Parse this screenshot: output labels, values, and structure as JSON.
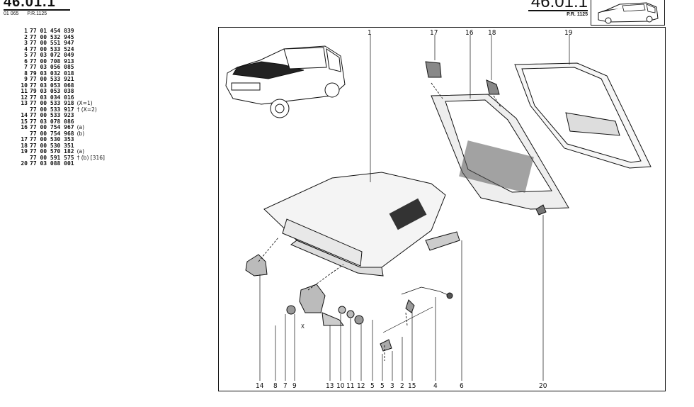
{
  "header_left": {
    "code_big": "46.01.1",
    "ref1": "01 065",
    "ref2": "P.R.1125"
  },
  "header_right": {
    "code_big": "46.01.1",
    "pr": "P.R. 1125"
  },
  "parts": [
    {
      "ref": "1",
      "number": "77 01 454 839",
      "note": ""
    },
    {
      "ref": "2",
      "number": "77 00 532 945",
      "note": ""
    },
    {
      "ref": "3",
      "number": "77 00 551 947",
      "note": ""
    },
    {
      "ref": "4",
      "number": "77 00 533 524",
      "note": ""
    },
    {
      "ref": "5",
      "number": "77 03 072 049",
      "note": ""
    },
    {
      "ref": "6",
      "number": "77 00 708 913",
      "note": ""
    },
    {
      "ref": "7",
      "number": "77 03 056 085",
      "note": ""
    },
    {
      "ref": "8",
      "number": "79 03 032 018",
      "note": ""
    },
    {
      "ref": "9",
      "number": "77 00 533 921",
      "note": ""
    },
    {
      "ref": "10",
      "number": "77 03 053 068",
      "note": ""
    },
    {
      "ref": "11",
      "number": "79 03 053 038",
      "note": ""
    },
    {
      "ref": "12",
      "number": "77 03 034 016",
      "note": ""
    },
    {
      "ref": "13",
      "number": "77 00 533 918",
      "note": "(X=1)"
    },
    {
      "ref": "",
      "number": "77 00 533 917",
      "note": "† (X=2)"
    },
    {
      "ref": "14",
      "number": "77 00 533 923",
      "note": ""
    },
    {
      "ref": "15",
      "number": "77 03 078 086",
      "note": ""
    },
    {
      "ref": "16",
      "number": "77 00 754 967",
      "note": "(a)"
    },
    {
      "ref": "",
      "number": "77 00 754 968",
      "note": "(b)"
    },
    {
      "ref": "17",
      "number": "77 00 530 353",
      "note": ""
    },
    {
      "ref": "18",
      "number": "77 00 530 351",
      "note": ""
    },
    {
      "ref": "19",
      "number": "77 00 570 182",
      "note": "(a)"
    },
    {
      "ref": "",
      "number": "77 00 591 575",
      "note": "† (b) [316]"
    },
    {
      "ref": "20",
      "number": "77 03 088 001",
      "note": ""
    }
  ],
  "diagram": {
    "top_labels": [
      "1",
      "17",
      "16",
      "18",
      "19"
    ],
    "bottom_labels": [
      "14",
      "8",
      "7",
      "9",
      "13",
      "10",
      "11",
      "12",
      "5",
      "5",
      "3",
      "2",
      "15",
      "4",
      "6",
      "20"
    ],
    "x_mark": "X"
  }
}
